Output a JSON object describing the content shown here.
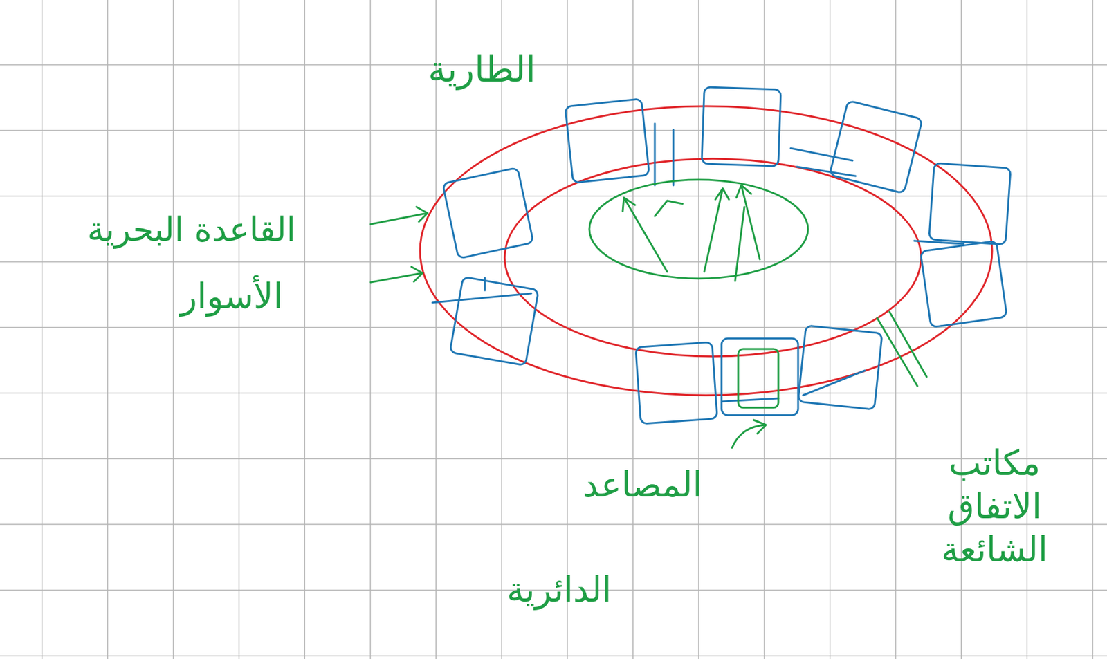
{
  "diagram": {
    "labels": [
      "الطارية",
      "القاعدة البحرية",
      "الأسوار",
      "المصاعد",
      "الدائرية",
      "مكاتب الاتفاق الشائعة"
    ]
  }
}
